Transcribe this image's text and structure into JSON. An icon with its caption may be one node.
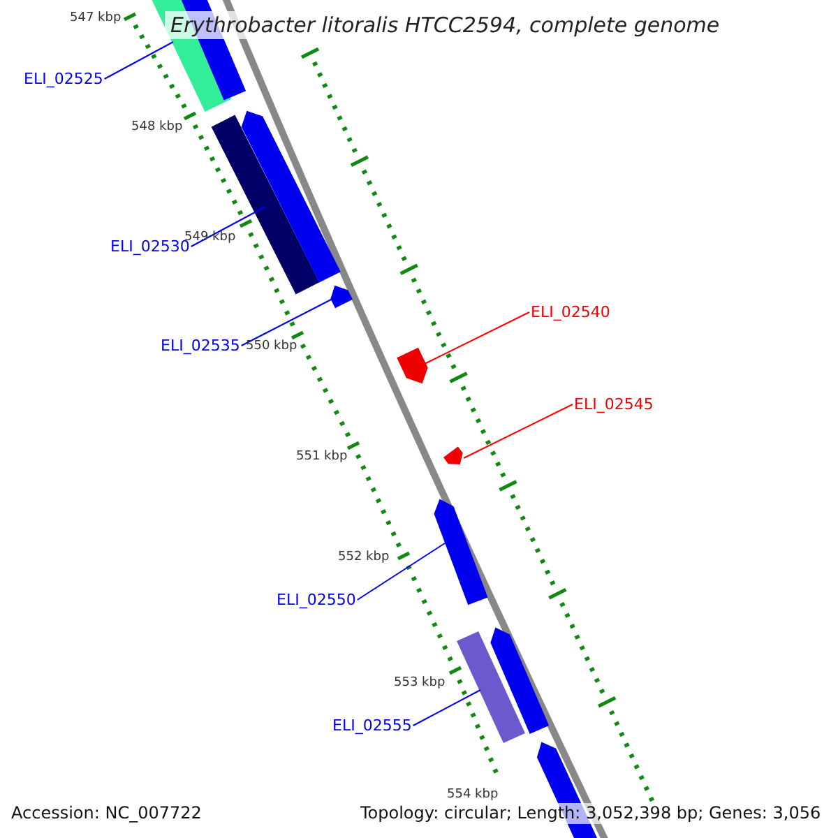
{
  "diagram": {
    "title": "Erythrobacter litoralis HTCC2594, complete genome",
    "nodes": [
      {
        "text": [
          "ELI_02525"
        ]
      },
      {
        "text": [],
        "shape": "bar"
      },
      {
        "text": [],
        "shape": "bar"
      },
      {
        "text": [
          "ELI_02530"
        ]
      },
      {
        "text": [],
        "shape": "bar"
      },
      {
        "text": [],
        "shape": "bar"
      },
      {
        "text": [
          "ELI_02535"
        ]
      },
      {
        "text": [],
        "shape": "bar"
      },
      {
        "text": [
          "ELI_02540"
        ]
      },
      {
        "text": [],
        "shape": "bar"
      },
      {
        "text": [
          "ELI_02545"
        ]
      },
      {
        "text": [],
        "shape": "bar"
      },
      {
        "text": [
          "ELI_02550"
        ]
      },
      {
        "text": [],
        "shape": "bar"
      },
      {
        "text": [
          "ELI_02555"
        ]
      },
      {
        "text": [],
        "shape": "bar"
      },
      {
        "text": [],
        "shape": "bar"
      },
      {
        "text": [],
        "shape": "bar"
      }
    ],
    "edges": [
      {
        "from": 0,
        "to": 1,
        "arrow": "none"
      },
      {
        "from": 3,
        "to": 4,
        "arrow": "none"
      },
      {
        "from": 6,
        "to": 7,
        "arrow": "none"
      },
      {
        "from": 8,
        "to": 9,
        "arrow": "none",
        "color": "#ff0000"
      },
      {
        "from": 10,
        "to": 11,
        "arrow": "none",
        "color": "#ff0000"
      },
      {
        "from": 12,
        "to": 13,
        "arrow": "none"
      },
      {
        "from": 14,
        "to": 15,
        "arrow": "none"
      }
    ],
    "labels": [
      "547 kbp",
      "548 kbp",
      "549 kbp",
      "550 kbp",
      "551 kbp",
      "552 kbp",
      "553 kbp",
      "554 kbp",
      "Accession: NC_007722",
      "Topology: circular; Length: 3,052,398 bp; Genes: 3,056"
    ]
  }
}
